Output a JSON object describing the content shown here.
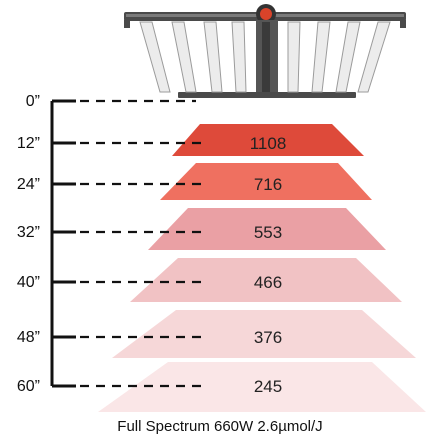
{
  "fixture": {
    "icon": "grow-light-fixture-icon",
    "frame_color": "#4a4a4a",
    "bar_color": "#ececec",
    "knob_color": "#d9432a"
  },
  "scale": {
    "line_color": "#111111",
    "dash_color": "#111111"
  },
  "levels": [
    {
      "height_label": "0”",
      "value": "",
      "color": ""
    },
    {
      "height_label": "12”",
      "value": "1108",
      "color": "#de4a3a"
    },
    {
      "height_label": "24”",
      "value": "716",
      "color": "#ef7060"
    },
    {
      "height_label": "32”",
      "value": "553",
      "color": "#eaa0a4"
    },
    {
      "height_label": "40”",
      "value": "466",
      "color": "#f1c2c4"
    },
    {
      "height_label": "48”",
      "value": "376",
      "color": "#f6d7d8"
    },
    {
      "height_label": "60”",
      "value": "245",
      "color": "#fae6e7"
    }
  ],
  "caption": "Full Spectrum 660W 2.6µmol/J"
}
